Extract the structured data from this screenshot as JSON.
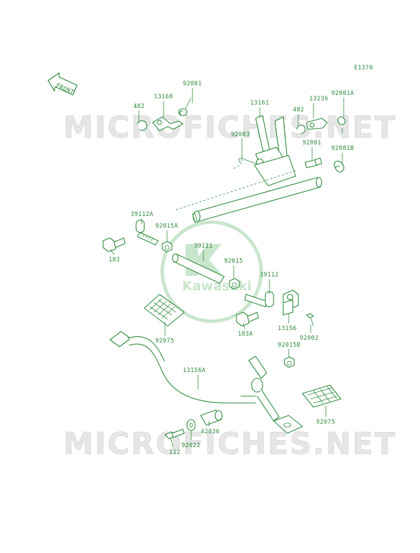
{
  "diagram_code": "E1370",
  "front_label": "FRONT",
  "watermark": "MICROFICHES.NET",
  "logo_text": "Kawasaki",
  "colors": {
    "line": "#2e8a3c",
    "watermark": "#d0d0d0",
    "logo": "#c9e6cc"
  },
  "parts": {
    "p482_left": "482",
    "p13168": "13168",
    "p92081": "92081",
    "p13161": "13161",
    "p482_right": "482",
    "p13236": "13236",
    "p92081A": "92081A",
    "p92083": "92083",
    "p92001": "92001",
    "p92081B": "92081B",
    "p39112A": "39112A",
    "p92015A": "92015A",
    "p39111": "39111",
    "p183": "183",
    "p92015": "92015",
    "p39112": "39112",
    "p183A": "183A",
    "p13156": "13156",
    "p92002": "92002",
    "p92075_left": "92075",
    "p92015B": "92015B",
    "p13156A": "13156A",
    "p92075_right": "92075",
    "p42036": "42036",
    "p92022": "92022",
    "p112": "112"
  }
}
